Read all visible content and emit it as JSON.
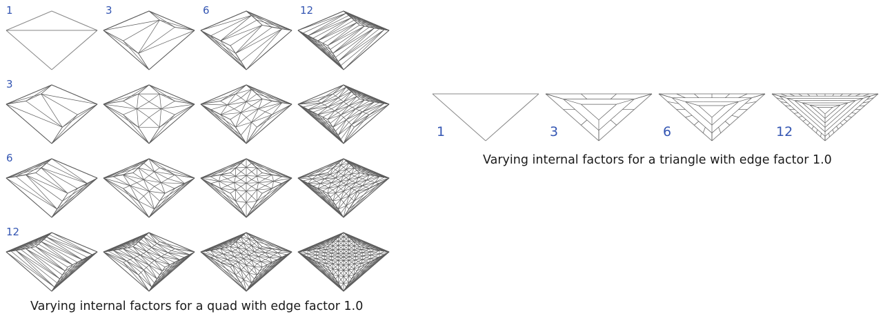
{
  "quad_panel": {
    "caption": "Varying internal factors for a quad with edge factor 1.0",
    "column_labels": [
      "1",
      "3",
      "6",
      "12"
    ],
    "row_labels": [
      "1",
      "3",
      "6",
      "12"
    ],
    "factors": [
      1,
      3,
      6,
      12
    ]
  },
  "triangle_panel": {
    "caption": "Varying internal factors for a triangle with edge factor 1.0",
    "labels": [
      "1",
      "3",
      "6",
      "12"
    ],
    "factors": [
      1,
      3,
      6,
      12
    ]
  }
}
